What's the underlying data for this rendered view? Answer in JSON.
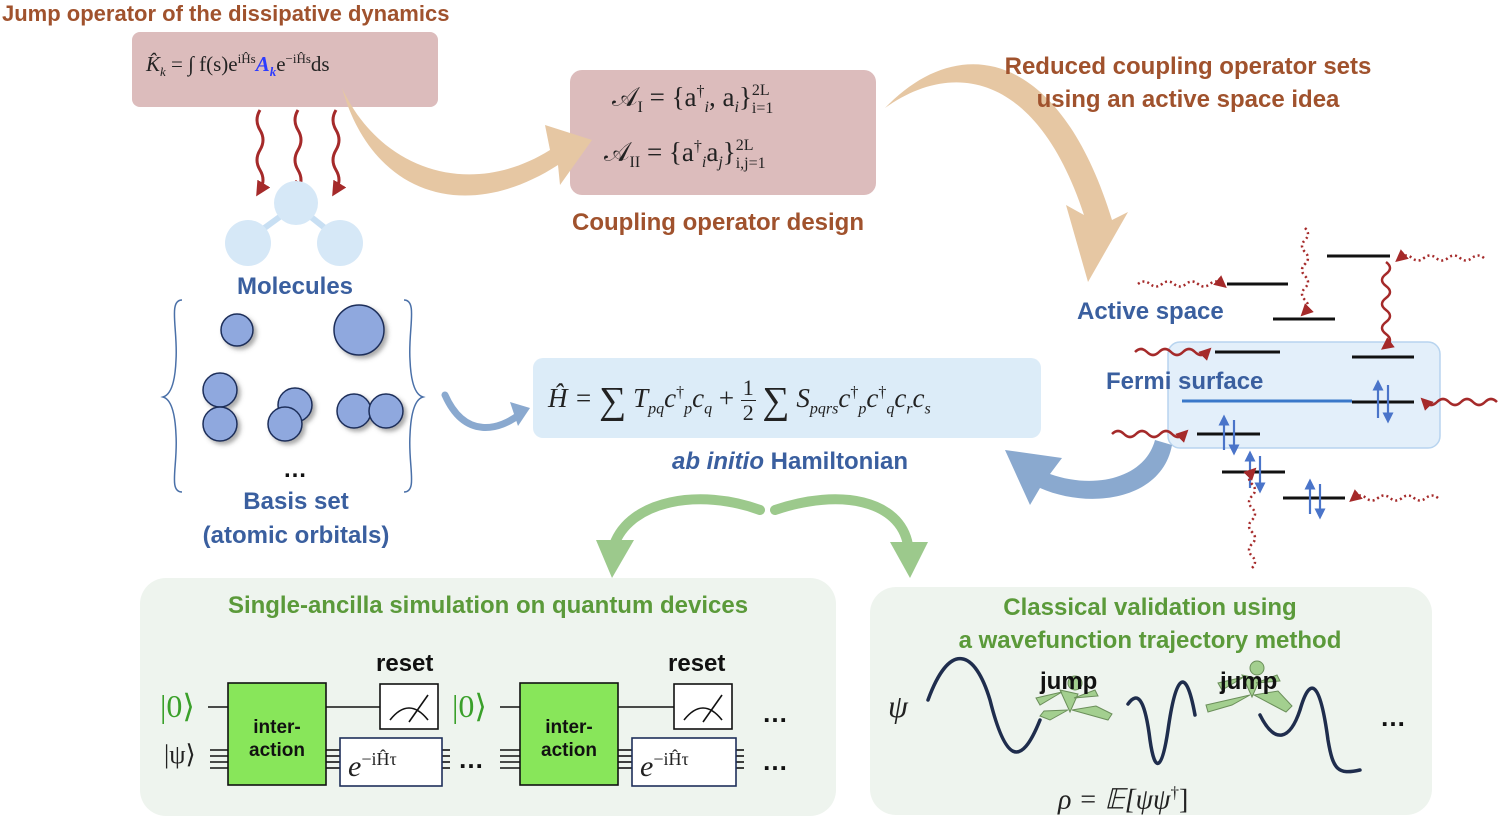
{
  "labels": {
    "jump_title": "Jump operator of the dissipative dynamics",
    "reduced_line1": "Reduced coupling operator sets",
    "reduced_line2": "using an active space idea",
    "coupling_design": "Coupling operator design",
    "molecules": "Molecules",
    "ellipsis": "…",
    "basis_line1": "Basis set",
    "basis_line2": "(atomic orbitals)",
    "active_space": "Active space",
    "fermi_surface": "Fermi surface",
    "hamiltonian_italic": "ab initio",
    "hamiltonian_rest": " Hamiltonian",
    "single_ancilla": "Single-ancilla simulation on quantum devices",
    "classical_line1": "Classical validation using",
    "classical_line2": "a wavefunction trajectory method",
    "reset": "reset",
    "interaction_line1": "inter-",
    "interaction_line2": "action",
    "jump": "jump",
    "dots": "…"
  },
  "equations": {
    "jump_operator": {
      "lhs": "K̂",
      "lhs_sub": "k",
      "eq": " = ∫ f(s)e",
      "exp1": "iĤs",
      "A": "A",
      "A_sub": "k",
      "e2": "e",
      "exp2": "−iĤs",
      "ds": "ds"
    },
    "set_I": {
      "name": "𝒜",
      "sub": "I",
      "body": " = {a",
      "dag": "†",
      "i": "i",
      "mid": ", a",
      "i2": "i",
      "close": "}",
      "sup": "2L",
      "lim": "i=1"
    },
    "set_II": {
      "name": "𝒜",
      "sub": "II",
      "body": " = {a",
      "dag": "†",
      "i": "i",
      "mid": "a",
      "j": "j",
      "close": "}",
      "sup": "2L",
      "lim": "i,j=1"
    },
    "hamiltonian": {
      "lhs": "Ĥ = ",
      "sum": "∑",
      "T": "T",
      "T_sub": "pq",
      "c1": "c",
      "c1_sup": "†",
      "c1_sub": "p",
      "c2": "c",
      "c2_sub": "q",
      "plus": " + ",
      "half_num": "1",
      "half_den": "2",
      "S": "S",
      "S_sub": "pqrs",
      "d1": "c",
      "d1_sup": "†",
      "d1_sub": "p",
      "d2": "c",
      "d2_sup": "†",
      "d2_sub": "q",
      "d3": "c",
      "d3_sub": "r",
      "d4": "c",
      "d4_sub": "s"
    },
    "ket0": "|0⟩",
    "ketpsi": "|ψ⟩",
    "evolution": {
      "base": "e",
      "exp": "−iĤτ"
    },
    "psi": "ψ",
    "density": "ρ = 𝔼[ψψ",
    "density_dag": "†",
    "density_close": "]"
  },
  "colors": {
    "title_brown": "#a0522d",
    "label_blue": "#3a5f9f",
    "label_green": "#5b9a3a",
    "pink_box": "#dcbcbc",
    "blue_box": "#dcecf8",
    "green_box": "#eef4ee",
    "orbital_fill": "#8fa8de",
    "molecule_fill": "#d6e8f7",
    "interaction_green": "#88e65a",
    "wavy_red": "#a52a2a",
    "arrow_tan": "#e6c7a3",
    "arrow_blue": "#8aa9cf",
    "arrow_green": "#9cc98c",
    "wave_navy": "#1f2d4d"
  },
  "icons": {
    "meter": "measurement-meter-icon",
    "runner": "running-person-icon",
    "molecule": "molecule-icon"
  }
}
